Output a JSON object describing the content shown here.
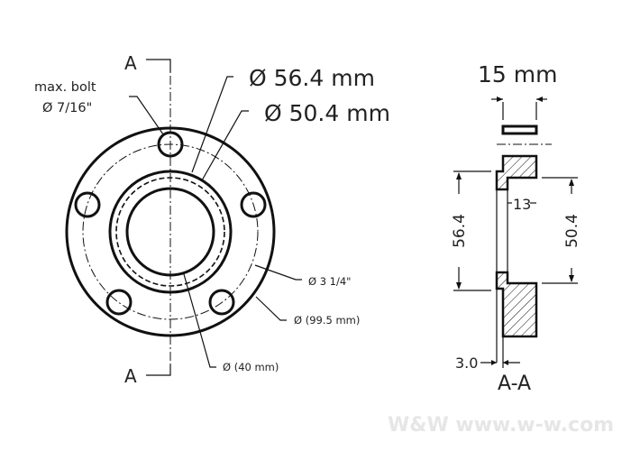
{
  "drawing": {
    "section_mark": "A",
    "section_title": "A-A",
    "labels": {
      "max_bolt_line1": "max. bolt",
      "max_bolt_line2": "Ø 7/16\"",
      "hub_outer": "Ø 56.4 mm",
      "hub_pilot": "Ø 50.4 mm",
      "bolt_circle": "Ø 3 1/4\"",
      "outer_dia": "Ø (99.5 mm)",
      "bore": "Ø (40 mm)"
    },
    "section_dims": {
      "thickness": "15 mm",
      "left_dia": "56.4",
      "right_dia": "50.4",
      "inner_depth": "13",
      "step": "3.0"
    },
    "watermark": "W&W www.w-w.com"
  }
}
